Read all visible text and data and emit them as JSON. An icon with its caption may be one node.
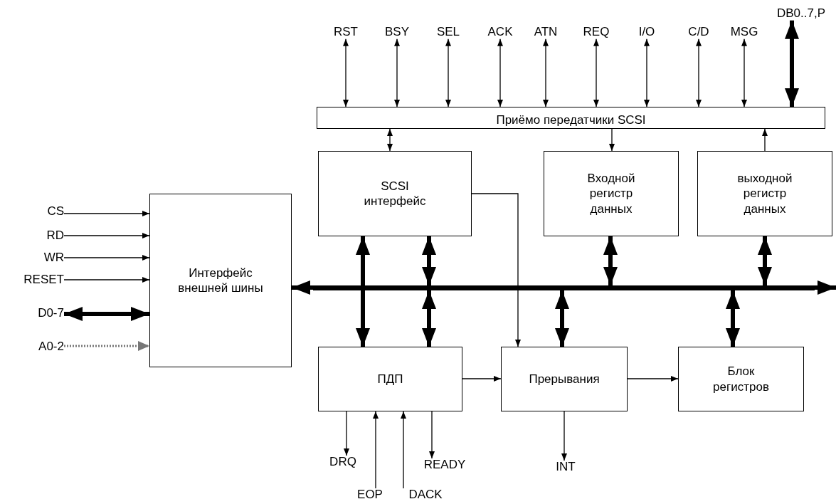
{
  "diagram": {
    "nodes": [
      {
        "text": [
          "RST"
        ]
      },
      {
        "text": [
          "BSY"
        ]
      },
      {
        "text": [
          "SEL"
        ]
      },
      {
        "text": [
          "ACK"
        ]
      },
      {
        "text": [
          "ATN"
        ]
      },
      {
        "text": [
          "REQ"
        ]
      },
      {
        "text": [
          "I/O"
        ]
      },
      {
        "text": [
          "C/D"
        ]
      },
      {
        "text": [
          "MSG"
        ]
      },
      {
        "text": [
          "DB0..7,P"
        ]
      },
      {
        "text": [
          "Приёмо передатчики SCSI"
        ]
      },
      {
        "text": [
          "SCSI интерфейс"
        ]
      },
      {
        "text": [
          "Входной регистр данных"
        ]
      },
      {
        "text": [
          "выходной регистр данных"
        ]
      },
      {
        "text": [
          "CS"
        ]
      },
      {
        "text": [
          "RD"
        ]
      },
      {
        "text": [
          "WR"
        ]
      },
      {
        "text": [
          "RESET"
        ]
      },
      {
        "text": [
          "D0-7"
        ]
      },
      {
        "text": [
          "A0-2"
        ]
      },
      {
        "text": [
          "Интерфейс внешней шины"
        ]
      },
      {
        "text": [],
        "shape": "bar"
      },
      {
        "text": [
          "ПДП"
        ]
      },
      {
        "text": [
          "Прерывания"
        ]
      },
      {
        "text": [
          "Блок регистров"
        ]
      },
      {
        "text": [
          "DRQ"
        ]
      },
      {
        "text": [
          "READY"
        ]
      },
      {
        "text": [
          "EOP"
        ]
      },
      {
        "text": [
          "DACK"
        ]
      },
      {
        "text": [
          "INT"
        ]
      }
    ],
    "edges": [
      {
        "from": 0,
        "to": 10,
        "arrow": "both"
      },
      {
        "from": 1,
        "to": 10,
        "arrow": "both"
      },
      {
        "from": 2,
        "to": 10,
        "arrow": "both"
      },
      {
        "from": 3,
        "to": 10,
        "arrow": "both"
      },
      {
        "from": 4,
        "to": 10,
        "arrow": "both"
      },
      {
        "from": 5,
        "to": 10,
        "arrow": "both"
      },
      {
        "from": 6,
        "to": 10,
        "arrow": "both"
      },
      {
        "from": 7,
        "to": 10,
        "arrow": "both"
      },
      {
        "from": 8,
        "to": 10,
        "arrow": "both"
      },
      {
        "from": 9,
        "to": 10,
        "arrow": "both",
        "style": "thick"
      },
      {
        "from": 10,
        "to": 11,
        "arrow": "both"
      },
      {
        "from": 10,
        "to": 12,
        "arrow": "to"
      },
      {
        "from": 13,
        "to": 10,
        "arrow": "to"
      },
      {
        "from": 14,
        "to": 20,
        "arrow": "to"
      },
      {
        "from": 15,
        "to": 20,
        "arrow": "to"
      },
      {
        "from": 16,
        "to": 20,
        "arrow": "to"
      },
      {
        "from": 17,
        "to": 20,
        "arrow": "to"
      },
      {
        "from": 18,
        "to": 20,
        "arrow": "both",
        "style": "thick"
      },
      {
        "from": 19,
        "to": 20,
        "arrow": "to",
        "style": "dashed",
        "color": "#777777"
      },
      {
        "from": 21,
        "to": 20,
        "arrow": "to",
        "style": "thick"
      },
      {
        "from": 21,
        "to": null,
        "arrow": "to",
        "style": "thick"
      },
      {
        "from": 11,
        "to": 22,
        "arrow": "both",
        "style": "thick"
      },
      {
        "from": 11,
        "to": 21,
        "arrow": "both",
        "style": "thick"
      },
      {
        "from": 21,
        "to": 22,
        "arrow": "both",
        "style": "thick"
      },
      {
        "from": 12,
        "to": 21,
        "arrow": "both",
        "style": "thick"
      },
      {
        "from": 13,
        "to": 21,
        "arrow": "both",
        "style": "thick"
      },
      {
        "from": 21,
        "to": 23,
        "arrow": "both",
        "style": "thick"
      },
      {
        "from": 21,
        "to": 24,
        "arrow": "both",
        "style": "thick"
      },
      {
        "from": 11,
        "to": 23,
        "arrow": "to"
      },
      {
        "from": 22,
        "to": 23,
        "arrow": "to"
      },
      {
        "from": 23,
        "to": 24,
        "arrow": "to"
      },
      {
        "from": 22,
        "to": 25,
        "arrow": "to"
      },
      {
        "from": 27,
        "to": 22,
        "arrow": "to"
      },
      {
        "from": 28,
        "to": 22,
        "arrow": "to"
      },
      {
        "from": 22,
        "to": 26,
        "arrow": "to"
      },
      {
        "from": 23,
        "to": 29,
        "arrow": "to"
      }
    ]
  }
}
